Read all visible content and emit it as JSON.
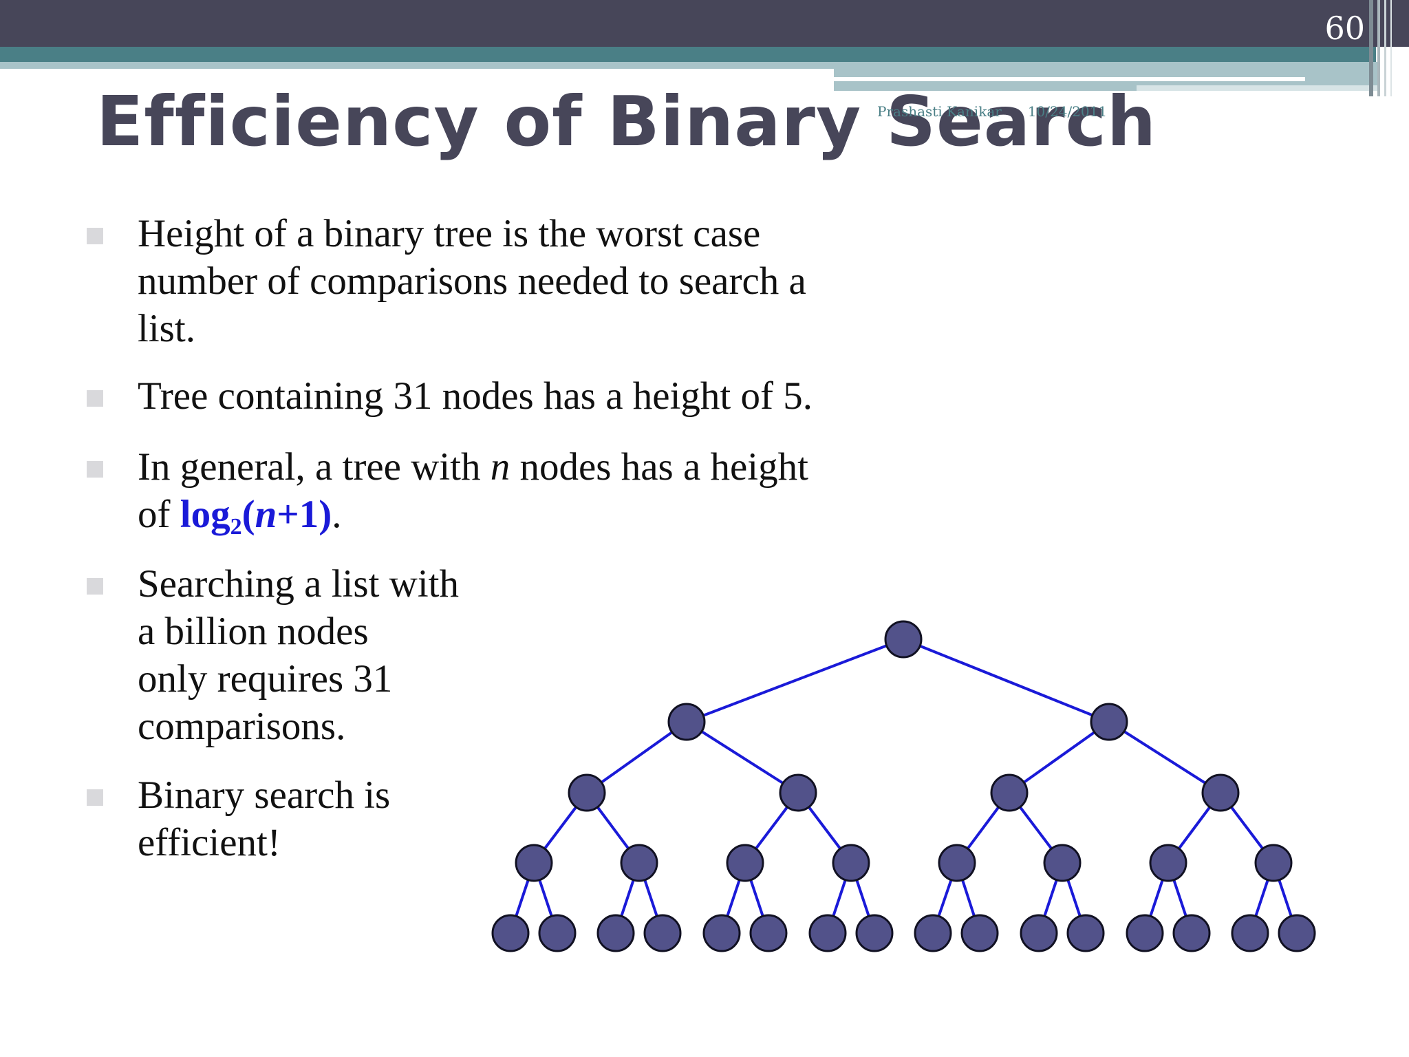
{
  "slide": {
    "page_number": "60",
    "title": "Efficiency of Binary Search",
    "footer": {
      "author": "Prashasti Kanikar",
      "date": "10/24/2011"
    },
    "colors": {
      "header_dark": "#474659",
      "header_teal": "#4a7f86",
      "header_light": "#a8c3c8",
      "title": "#474659",
      "formula": "#1a1ad8",
      "tree_edge": "#1a1ad8",
      "tree_node": "#52528a"
    },
    "bullets": [
      {
        "lines": [
          "Height of a binary tree is the worst case",
          "number of comparisons needed to search a",
          "list."
        ]
      },
      {
        "lines": [
          "Tree containing 31 nodes has a height of 5."
        ]
      },
      {
        "line1_before": "In general, a tree with ",
        "line1_var": "n",
        "line1_after": " nodes has a height",
        "line2_of": "of ",
        "formula_log": "log",
        "formula_sub": "2",
        "formula_open": "(",
        "formula_var": "n",
        "formula_rest": "+1)",
        "line2_end": "."
      },
      {
        "lines": [
          "Searching a list with",
          "a billion nodes",
          "only requires 31",
          "comparisons."
        ]
      },
      {
        "lines": [
          "Binary search is",
          "efficient!"
        ]
      }
    ]
  },
  "tree": {
    "type": "complete-binary-tree",
    "levels": 5,
    "node_count": 31
  }
}
